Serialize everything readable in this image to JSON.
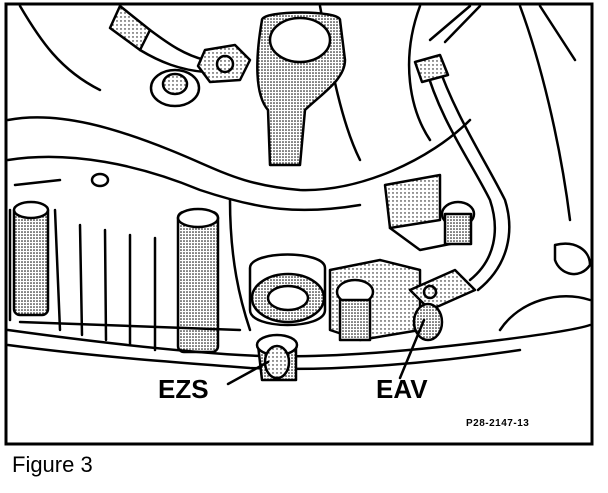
{
  "figure": {
    "caption": "Figure 3",
    "reference_code": "P28-2147-13"
  },
  "callouts": [
    {
      "label": "EZS"
    },
    {
      "label": "EAV"
    }
  ]
}
